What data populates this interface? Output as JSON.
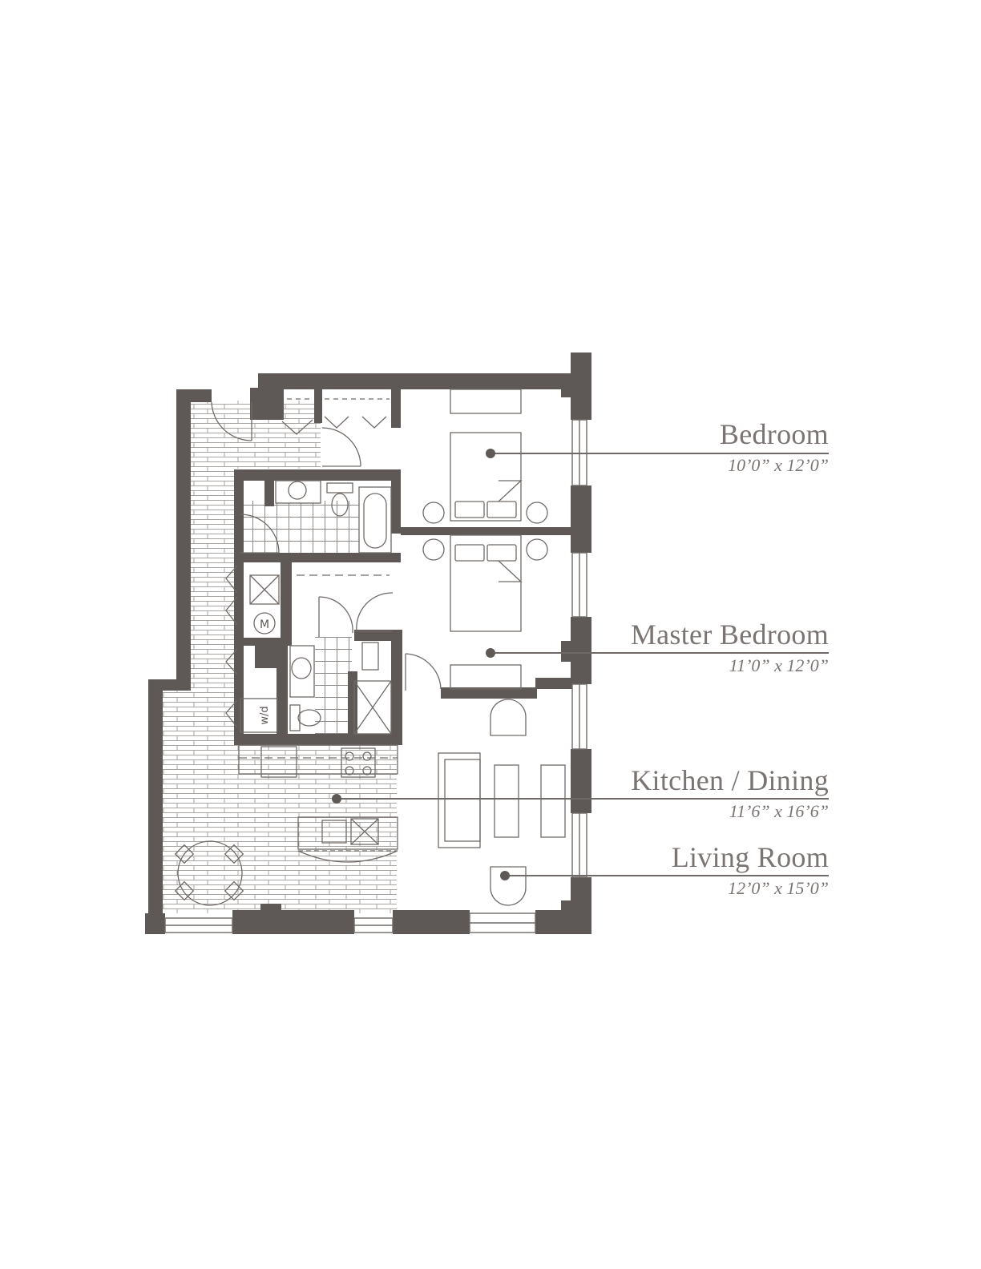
{
  "colors": {
    "wall": "#5e5956",
    "line": "#6f6a67",
    "text": "#7a7572",
    "background": "#ffffff"
  },
  "rooms": [
    {
      "name": "Bedroom",
      "dimensions": "10’0” x 12’0”"
    },
    {
      "name": "Master Bedroom",
      "dimensions": "11’0” x 12’0”"
    },
    {
      "name": "Kitchen / Dining",
      "dimensions": "11’6” x 16’6”"
    },
    {
      "name": "Living Room",
      "dimensions": "12’0” x 15’0”"
    }
  ],
  "fixtures": {
    "mechanical_label": "M",
    "washer_dryer_label": "w/d"
  }
}
